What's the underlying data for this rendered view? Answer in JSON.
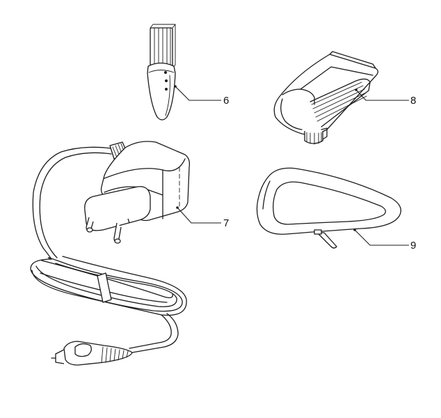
{
  "callouts": {
    "cleaning_brush": "6",
    "adapter": "7",
    "trimmer_attachment": "8",
    "protection_cap": "9"
  },
  "icons": {
    "cleaning_brush": "cleaning-brush-icon",
    "adapter": "power-adapter-icon",
    "trimmer_attachment": "trimmer-attachment-icon",
    "protection_cap": "protection-cap-icon"
  }
}
